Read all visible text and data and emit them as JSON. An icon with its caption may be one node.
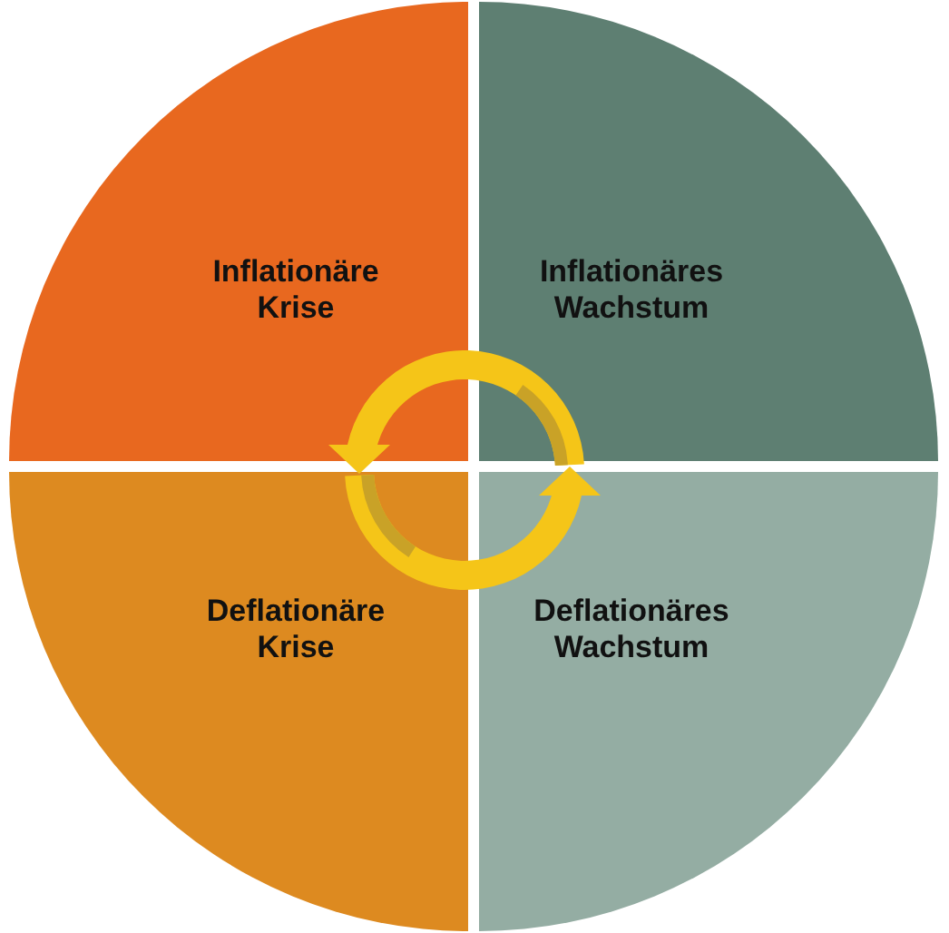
{
  "diagram": {
    "nodes": [
      {
        "text": [
          "Inflationäre Krise"
        ]
      },
      {
        "text": [
          "Inflationäres Wachstum"
        ]
      },
      {
        "text": [
          "Deflationäre Krise"
        ]
      },
      {
        "text": [
          "Deflationäres Wachstum"
        ]
      }
    ]
  }
}
